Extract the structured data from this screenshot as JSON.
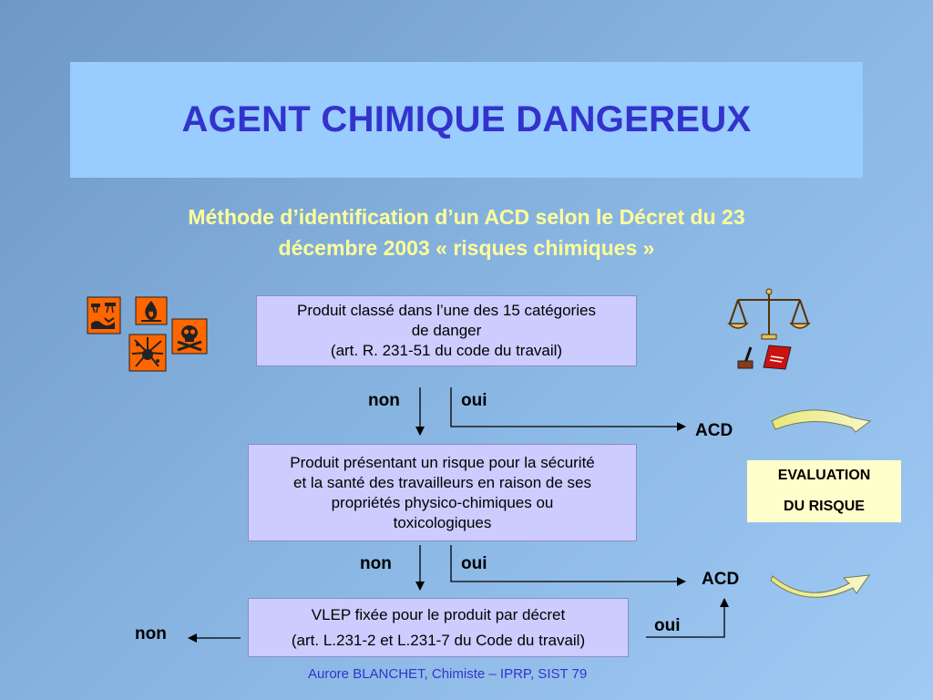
{
  "title": "AGENT CHIMIQUE DANGEREUX",
  "subtitle": {
    "line1": "Méthode d’identification d’un ACD selon le Décret du 23",
    "line2": "décembre 2003 « risques chimiques »"
  },
  "box1": {
    "line1": "Produit classé dans l’une des 15 catégories",
    "line2": "de danger",
    "line3": "(art. R. 231-51 du code du travail)"
  },
  "box2": {
    "line1": "Produit présentant un risque pour la sécurité",
    "line2": "et la santé des travailleurs en raison de ses",
    "line3": "propriétés physico-chimiques ou",
    "line4": "toxicologiques"
  },
  "box3": {
    "line1": "VLEP fixée pour le produit par décret",
    "line2": "(art. L.231-2 et L.231-7 du Code du travail)"
  },
  "labels": {
    "non1": "non",
    "oui1": "oui",
    "acd1": "ACD",
    "non2": "non",
    "oui2": "oui",
    "acd2": "ACD",
    "oui3": "oui",
    "non3": "non"
  },
  "evaluation": {
    "line1": "EVALUATION",
    "line2": "DU RISQUE"
  },
  "footer": "Aurore BLANCHET, Chimiste – IPRP, SIST 79",
  "icons": [
    "corrosive-icon",
    "flame-icon",
    "explosive-icon",
    "skull-icon",
    "scales-of-justice-icon",
    "gavel-icon",
    "law-book-icon",
    "curved-arrow-icon"
  ],
  "colors": {
    "title": "#3333cc",
    "subtitle": "#ffff99",
    "box": "#ccccff",
    "evaluation": "#ffffcc",
    "hazard": "#ff6600"
  }
}
